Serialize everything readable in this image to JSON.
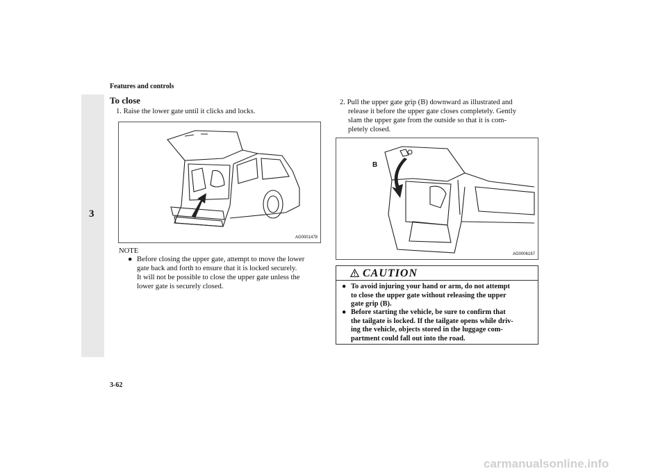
{
  "header": {
    "section": "Features and controls"
  },
  "tab": {
    "chapter": "3"
  },
  "left": {
    "heading": "To close",
    "step1": "1. Raise the lower gate until it clicks and locks.",
    "fig1_code": "AG0001478",
    "note_label": "NOTE",
    "note_bullet": "●",
    "note_lines": [
      "Before closing the upper gate, attempt to move the lower",
      "gate back and forth to ensure that it is locked securely.",
      "It will not be possible to close the upper gate unless the",
      "lower gate is securely closed."
    ]
  },
  "right": {
    "step2_lines": [
      "2. Pull the upper gate grip (B) downward as illustrated and",
      "release it before the upper gate closes completely. Gently",
      "slam the upper gate from the outside so that it is com-",
      "pletely closed."
    ],
    "fig2_code": "AG0006167",
    "fig2_label_b": "B"
  },
  "caution": {
    "title": "CAUTION",
    "bullet": "●",
    "item1_lines": [
      "To avoid injuring your hand or arm, do not attempt",
      "to close the upper gate without releasing the upper",
      "gate grip (B)."
    ],
    "item2_lines": [
      "Before starting the vehicle, be sure to confirm that",
      "the tailgate is locked. If the tailgate opens while driv-",
      "ing the vehicle, objects stored in the luggage com-",
      "partment could fall out into the road."
    ]
  },
  "footer": {
    "page_number": "3-62",
    "watermark": "carmanualsonline.info"
  }
}
